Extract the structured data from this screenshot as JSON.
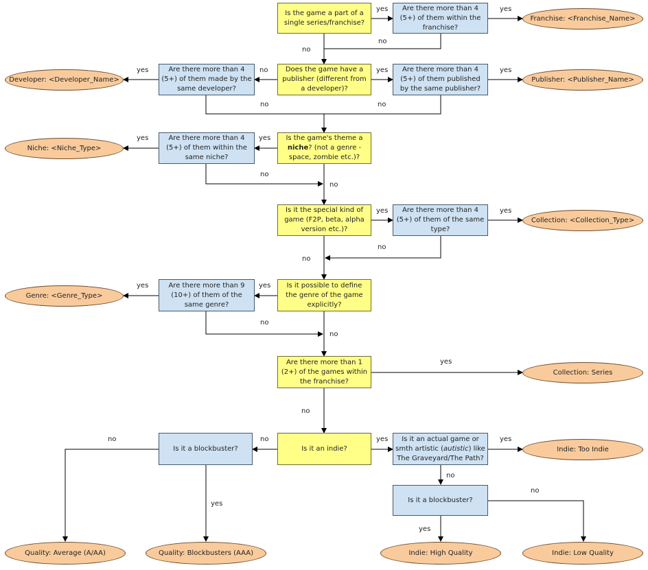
{
  "nodes": {
    "q_series": "Is the game a part of a single series/franchise?",
    "b_franchise_count": "Are there more than 4 (5+) of them within the franchise?",
    "o_franchise": "Franchise: <Franchise_Name>",
    "q_publisher": "Does the game have a publisher (different from a developer)?",
    "b_developer_count": "Are there more than 4 (5+) of them made by the same developer?",
    "o_developer": "Developer: <Developer_Name>",
    "b_publisher_count": "Are there more than 4 (5+) of them published by the same publisher?",
    "o_publisher": "Publisher: <Publisher_Name>",
    "q_niche_pre": "Is the game's theme a ",
    "q_niche_bold": "niche",
    "q_niche_post": "? (not a genre - space, zombie etc.)?",
    "b_niche_count": "Are there more than 4 (5+) of them within the same niche?",
    "o_niche": "Niche: <Niche_Type>",
    "q_special": "Is it the special kind of game (F2P, beta, alpha version etc.)?",
    "b_type_count": "Are there more than 4 (5+) of them of the same type?",
    "o_collection_type": "Collection: <Collection_Type>",
    "q_genre": "Is it possible to define the genre of the game explicitly?",
    "b_genre_count": "Are there more than 9 (10+) of them of the same genre?",
    "o_genre": "Genre: <Genre_Type>",
    "q_series_count": "Are there more than 1 (2+) of the games within the franchise?",
    "o_collection_series": "Collection: Series",
    "q_indie": "Is it an indie?",
    "b_blockbuster_left": "Is it a blockbuster?",
    "b_artistic_pre": "Is it an actual game or smth artistic (",
    "b_artistic_em": "autistic",
    "b_artistic_post": ") like The Graveyard/The Path?",
    "o_too_indie": "Indie: Too Indie",
    "b_blockbuster_right": "Is it a blockbuster?",
    "o_quality_average": "Quality: Average (A/AA)",
    "o_quality_blockbusters": "Quality: Blockbusters (AAA)",
    "o_indie_high": "Indie: High Quality",
    "o_indie_low": "Indie: Low Quality"
  },
  "edge_labels": {
    "yes": "yes",
    "no": "no"
  },
  "colors": {
    "question_fill": "#ffff88",
    "check_fill": "#cfe2f3",
    "outcome_fill": "#f9cb9c"
  }
}
